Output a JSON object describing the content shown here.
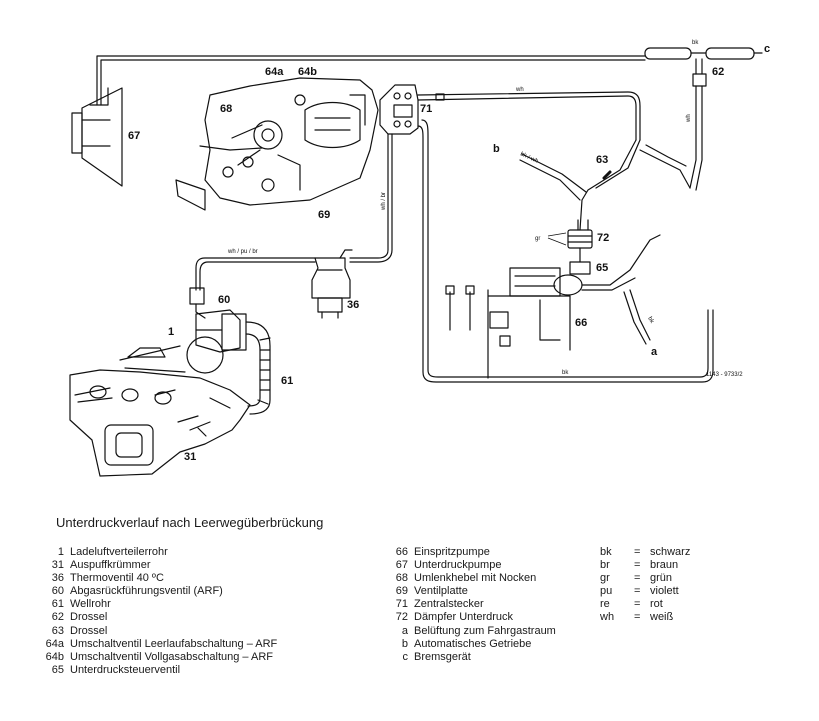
{
  "diagram": {
    "callouts": {
      "n1": "1",
      "n31": "31",
      "n36": "36",
      "n60": "60",
      "n61": "61",
      "n62": "62",
      "n63": "63",
      "n64a": "64a",
      "n64b": "64b",
      "n65": "65",
      "n66": "66",
      "n67": "67",
      "n68": "68",
      "n69": "69",
      "n71": "71",
      "n72": "72",
      "a": "a",
      "b": "b",
      "c": "c"
    },
    "hose_labels": {
      "wh_top": "wh",
      "bk_top": "bk",
      "wh_right": "wh",
      "wh_br": "wh / br",
      "wh_pu_br": "wh / pu / br",
      "bk_wh": "bk / wh",
      "gr": "gr",
      "bk_bottom": "bk",
      "bk_a": "bk"
    },
    "ref_code": "1143 - 9733/2"
  },
  "caption": "Unterdruckverlauf nach Leerwegüberbrückung",
  "legend_left": [
    {
      "key": "1",
      "text": "Ladeluftverteilerrohr"
    },
    {
      "key": "31",
      "text": "Auspuffkrümmer"
    },
    {
      "key": "36",
      "text": "Thermoventil 40 ºC"
    },
    {
      "key": "60",
      "text": "Abgasrückführungsventil (ARF)"
    },
    {
      "key": "61",
      "text": "Wellrohr"
    },
    {
      "key": "62",
      "text": "Drossel"
    },
    {
      "key": "63",
      "text": "Drossel"
    },
    {
      "key": "64a",
      "text": "Umschaltventil Leerlaufabschaltung – ARF"
    },
    {
      "key": "64b",
      "text": "Umschaltventil Vollgasabschaltung – ARF"
    },
    {
      "key": "65",
      "text": "Unterdrucksteuerventil"
    }
  ],
  "legend_mid": [
    {
      "key": "66",
      "text": "Einspritzpumpe"
    },
    {
      "key": "67",
      "text": "Unterdruckpumpe"
    },
    {
      "key": "68",
      "text": "Umlenkhebel mit Nocken"
    },
    {
      "key": "69",
      "text": "Ventilplatte"
    },
    {
      "key": "71",
      "text": "Zentralstecker"
    },
    {
      "key": "72",
      "text": "Dämpfer Unterdruck"
    },
    {
      "key": "a",
      "text": "Belüftung zum Fahrgastraum"
    },
    {
      "key": "b",
      "text": "Automatisches Getriebe"
    },
    {
      "key": "c",
      "text": "Bremsgerät"
    }
  ],
  "legend_colors": [
    {
      "code": "bk",
      "name": "schwarz"
    },
    {
      "code": "br",
      "name": "braun"
    },
    {
      "code": "gr",
      "name": "grün"
    },
    {
      "code": "pu",
      "name": "violett"
    },
    {
      "code": "re",
      "name": "rot"
    },
    {
      "code": "wh",
      "name": "weiß"
    }
  ]
}
